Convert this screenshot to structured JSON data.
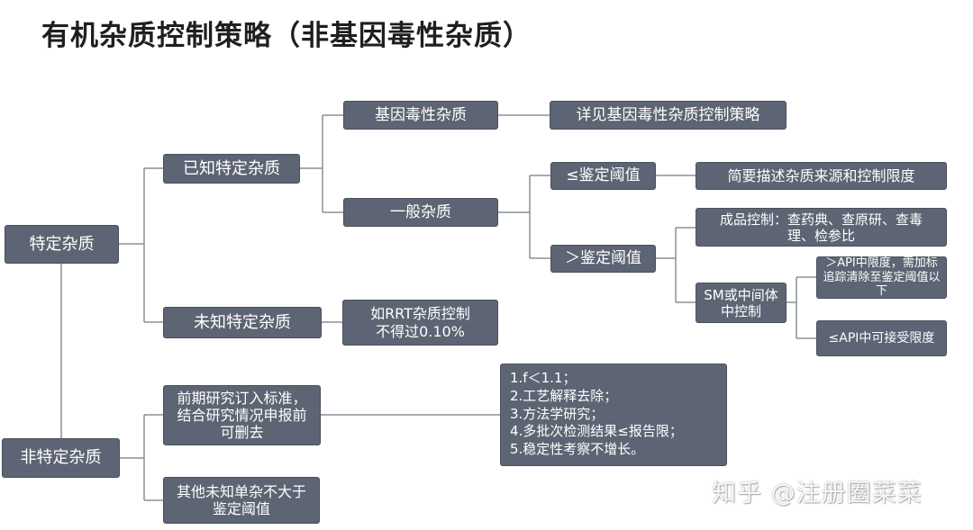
{
  "title": "有机杂质控制策略（非基因毒性杂质）",
  "nodes": {
    "specified": "特定杂质",
    "non_specified": "非特定杂质",
    "known_specified": "已知特定杂质",
    "unknown_specified": "未知特定杂质",
    "genotoxic": "基因毒性杂质",
    "genotoxic_ref": "详见基因毒性杂质控制策略",
    "general": "一般杂质",
    "le_threshold": "≤鉴定阈值",
    "le_threshold_desc": "简要描述杂质来源和控制限度",
    "gt_threshold": "＞鉴定阈值",
    "final_product_control": "成品控制：查药典、查原研、查毒理、检参比",
    "sm_intermediate_control": "SM或中间体中控制",
    "gt_api_limit": "＞API中限度，需加标追踪清除至鉴定阈值以下",
    "le_api_limit": "≤API中可接受限度",
    "rrt_control": "如RRT杂质控制\n不得过0.10%",
    "early_standard": "前期研究订入标准，结合研究情况申报前可删去",
    "criteria": "1.f＜1.1；\n2.工艺解释去除；\n3.方法学研究；\n4.多批次检测结果≤报告限；\n5.稳定性考察不增长。",
    "other_unknown": "其他未知单杂不大于鉴定阈值"
  },
  "watermark": "知乎 @注册圈菜菜",
  "colors": {
    "box_fill": "#5d6473",
    "box_text": "#ffffff",
    "connector": "#8a8f98",
    "title": "#1f1f1f"
  }
}
